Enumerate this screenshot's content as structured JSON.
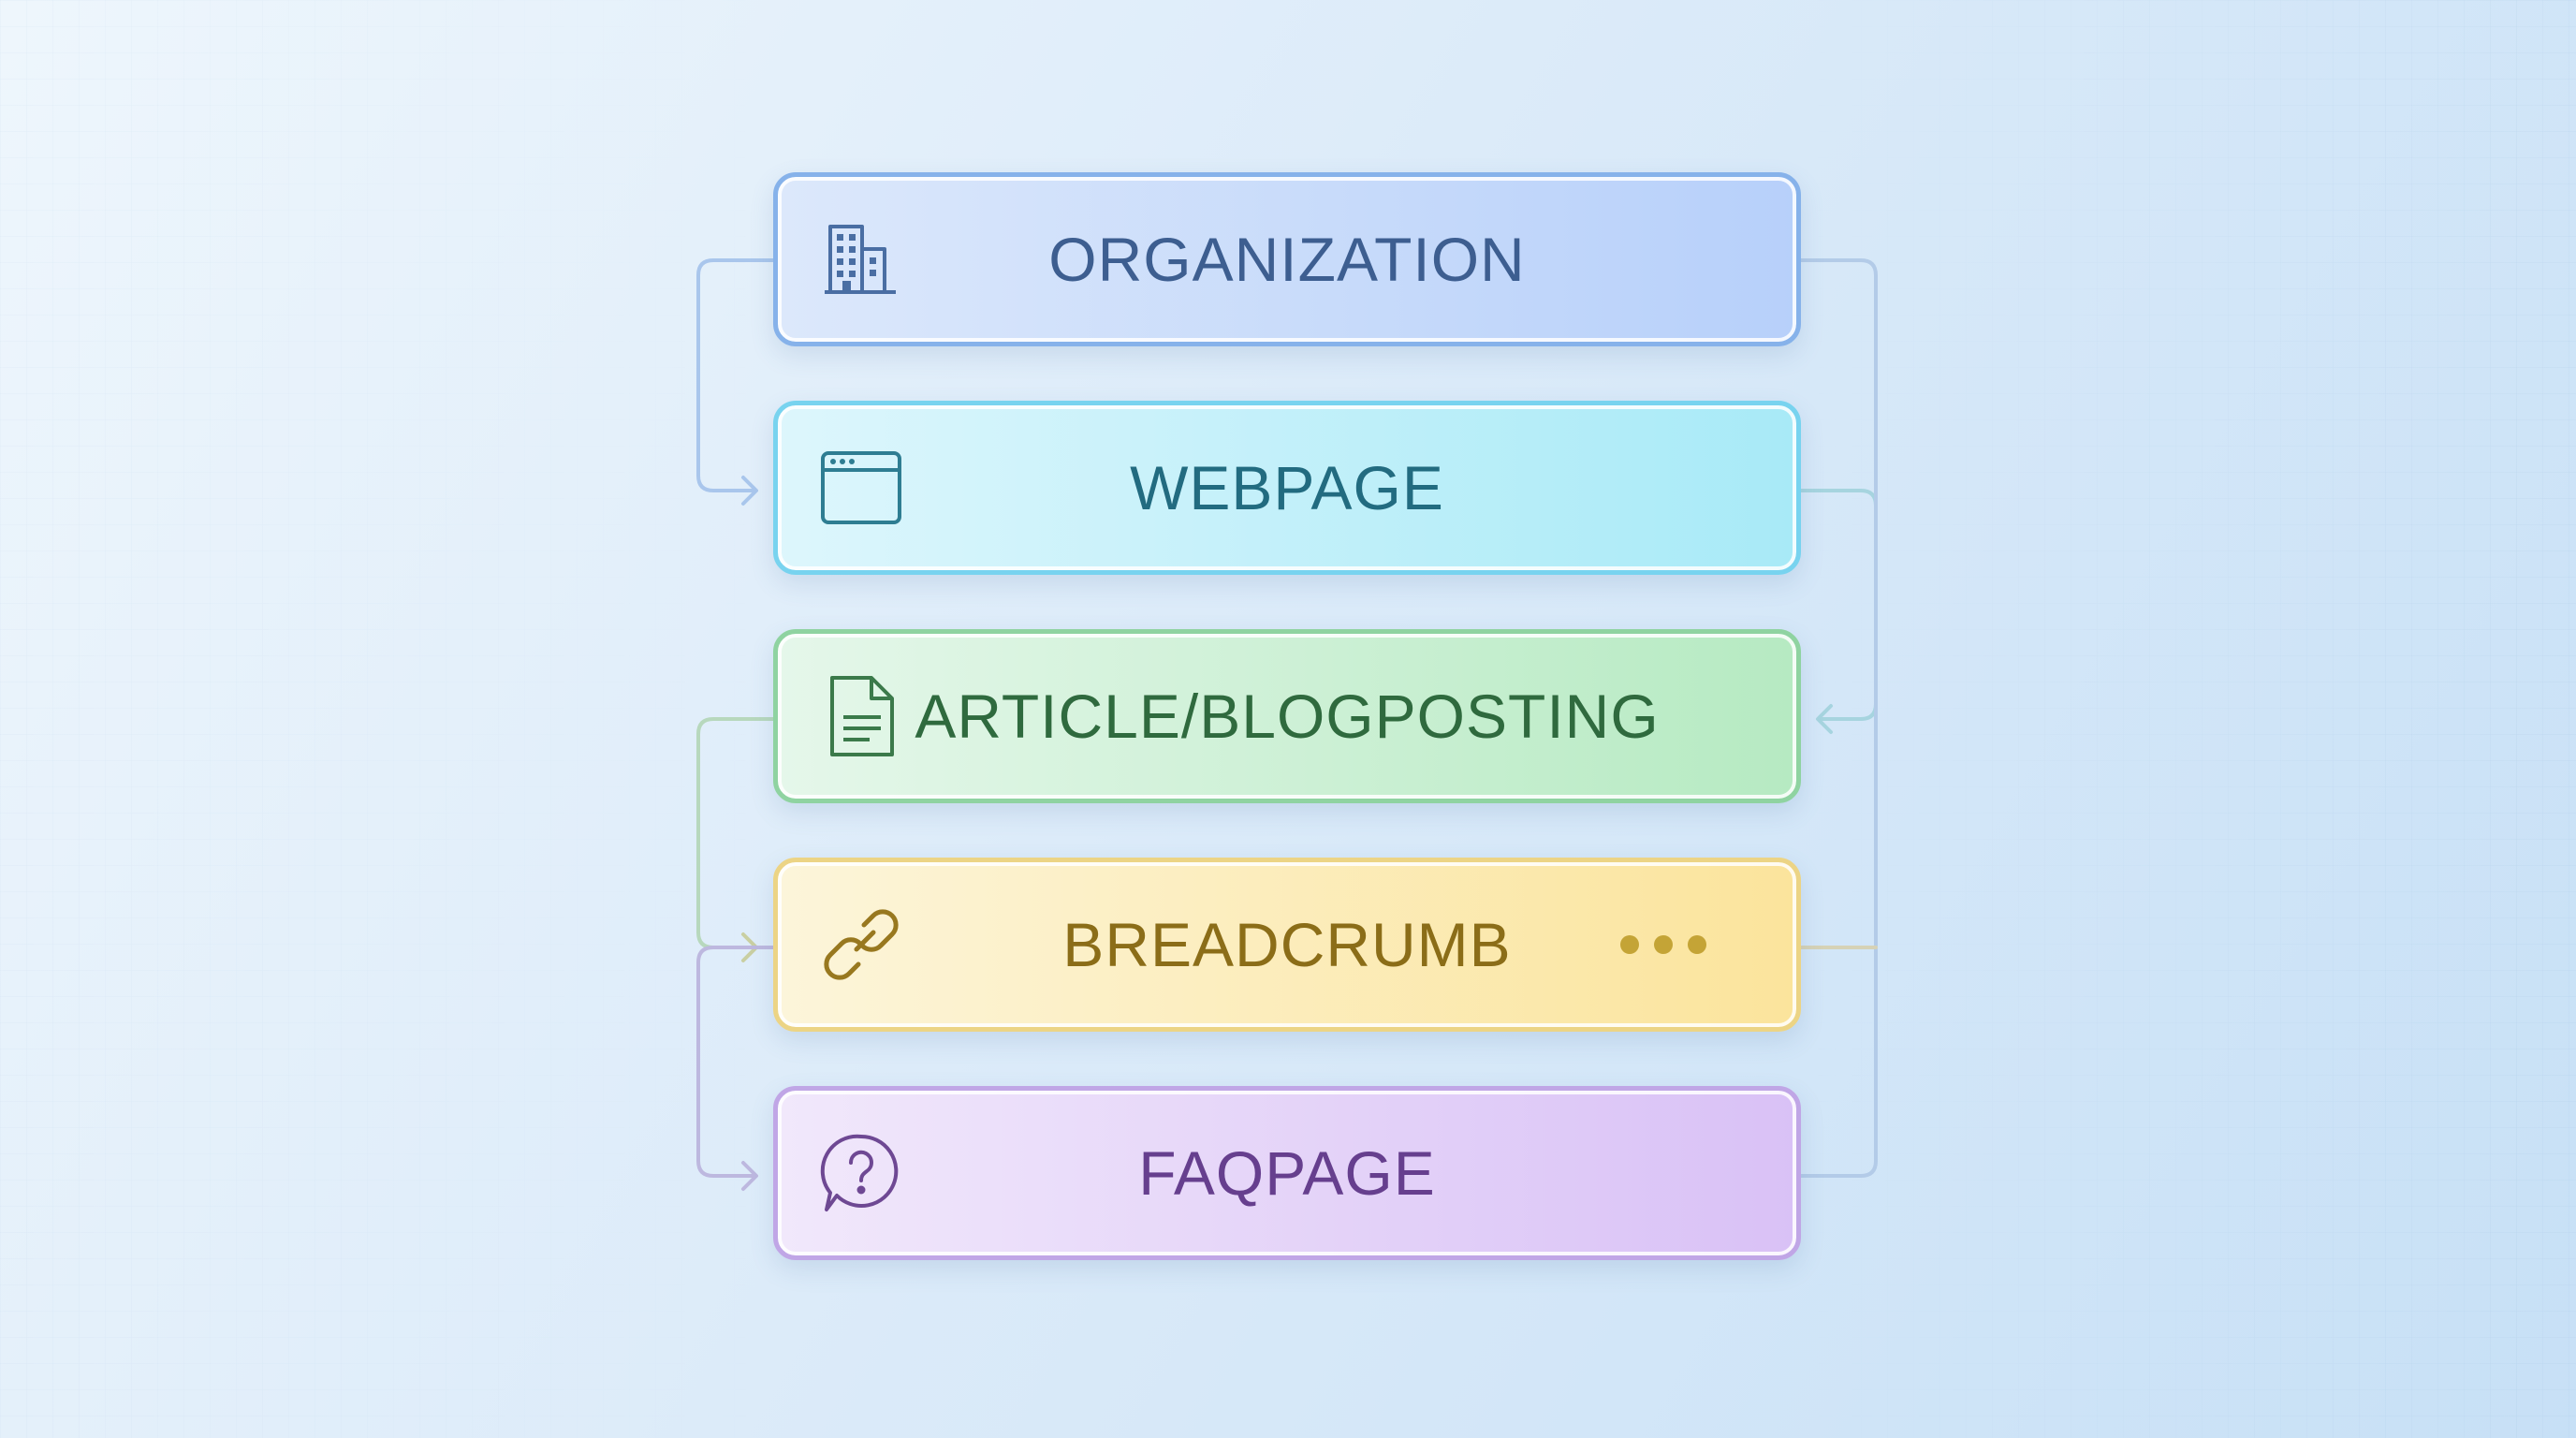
{
  "diagram": {
    "nodes": [
      {
        "id": "organization",
        "label": "ORGANIZATION",
        "icon": "building-icon",
        "color": "#86b2ea"
      },
      {
        "id": "webpage",
        "label": "WEBPAGE",
        "icon": "browser-window-icon",
        "color": "#78d3ef"
      },
      {
        "id": "article",
        "label": "ARTICLE/BLOGPOSTING",
        "icon": "document-icon",
        "color": "#8fd3a1"
      },
      {
        "id": "breadcrumb",
        "label": "BREADCRUMB",
        "icon": "link-icon",
        "color": "#ecd485",
        "more_icon": "more-dots-icon"
      },
      {
        "id": "faqpage",
        "label": "FAQPAGE",
        "icon": "question-bubble-icon",
        "color": "#c0a6e6"
      }
    ],
    "connectors": [
      {
        "from": "organization",
        "to": "webpage",
        "side": "left"
      },
      {
        "from": "webpage",
        "to": "article",
        "side": "right"
      },
      {
        "from": "article",
        "to": "breadcrumb",
        "side": "left"
      },
      {
        "from": "breadcrumb",
        "to": "faqpage",
        "side": "left"
      },
      {
        "from": "organization",
        "to": "faqpage",
        "side": "right"
      }
    ]
  }
}
